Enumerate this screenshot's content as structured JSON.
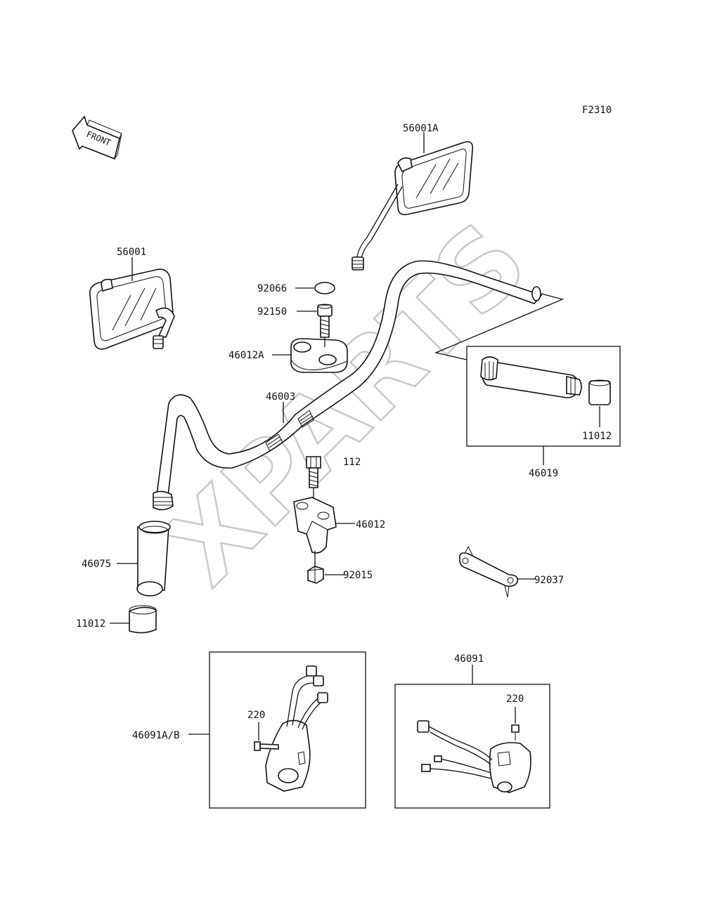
{
  "figure_code": "F2310",
  "front_indicator": "FRONT",
  "watermark": "XPARTS",
  "parts": {
    "mirror_right": "56001A",
    "mirror_left": "56001",
    "cap": "92066",
    "bolt_upper": "92150",
    "holder_upper": "46012A",
    "handlebar": "46003",
    "bolt_lower": "112",
    "holder_lower": "46012",
    "nut": "92015",
    "grip_left": "46075",
    "weight_left": "11012",
    "grip_assy": "46019",
    "weight_right": "11012",
    "wrench": "92037",
    "switch_assy": "46091",
    "screw_right": "220",
    "switch_left": "46091A/B",
    "screw_left": "220"
  }
}
